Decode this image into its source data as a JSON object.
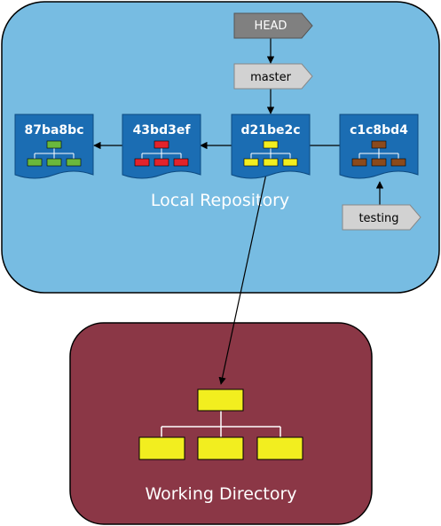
{
  "regions": {
    "local_repo": "Local Repository",
    "working_dir": "Working Directory"
  },
  "refs": {
    "head": "HEAD",
    "master": "master",
    "testing": "testing"
  },
  "commits": [
    {
      "id": "87ba8bc",
      "color": "#6ab83c"
    },
    {
      "id": "43bd3ef",
      "color": "#e3232b"
    },
    {
      "id": "d21be2c",
      "color": "#f2ee1f"
    },
    {
      "id": "c1c8bd4",
      "color": "#8b4a1c"
    }
  ],
  "colors": {
    "repo_bg": "#77bce2",
    "working_bg": "#8b3746",
    "commit_bg": "#1b6db3",
    "ref_dark": "#808080",
    "ref_light": "#d2d2d2"
  }
}
